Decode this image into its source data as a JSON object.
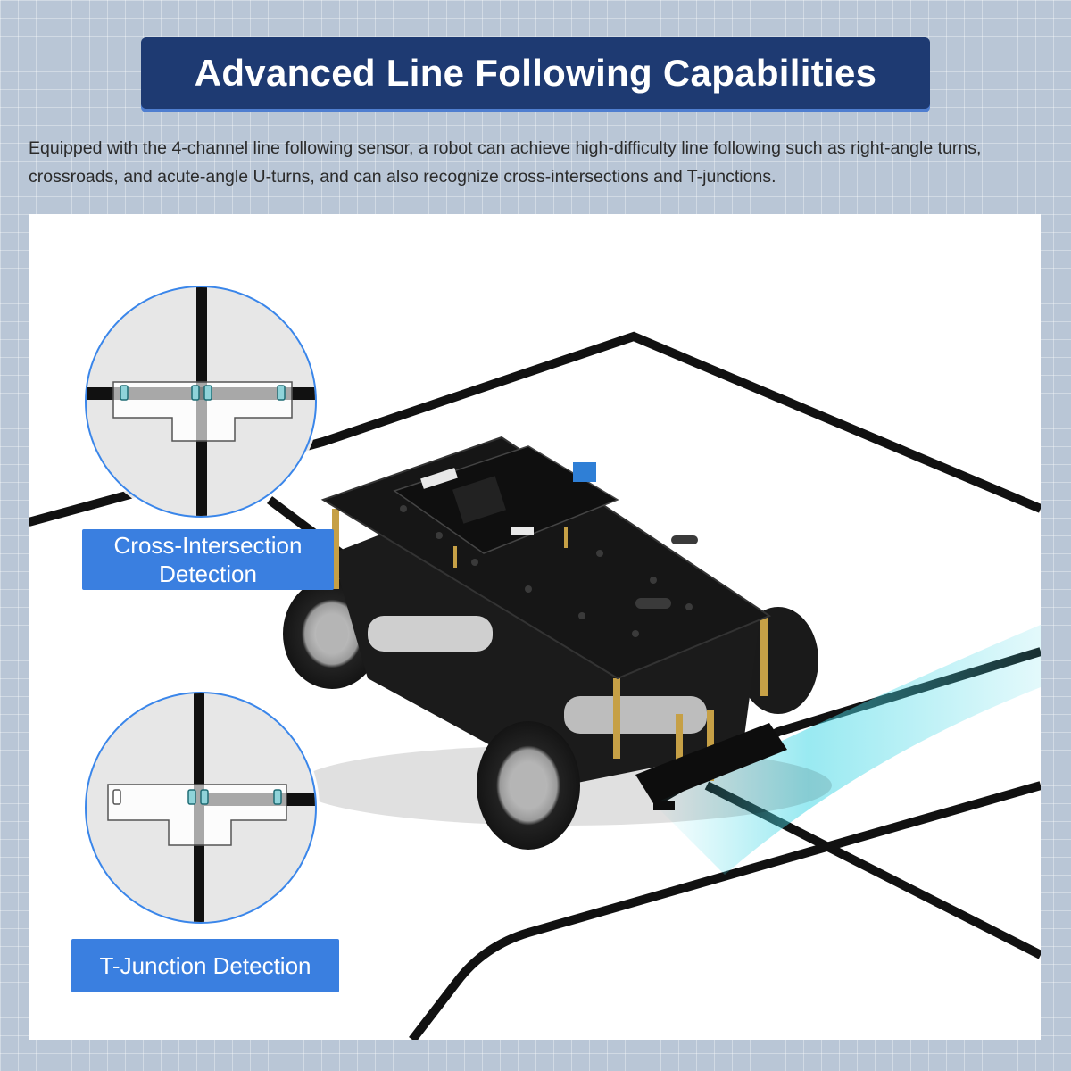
{
  "title": "Advanced Line Following Capabilities",
  "description": "Equipped with the 4-channel line following sensor, a robot can achieve high-difficulty line following such as right-angle turns, crossroads, and acute-angle U-turns, and can also recognize cross-intersections and T-junctions.",
  "callouts": {
    "cross": {
      "line1": "Cross-Intersection",
      "line2": "Detection"
    },
    "tjunction": {
      "label": "T-Junction Detection"
    }
  },
  "colors": {
    "banner": "#1e3a72",
    "banner_shadow": "#4f7ed0",
    "label_bg": "#3a7fe0",
    "circle_border": "#3a86ea",
    "track": "#111111",
    "sensor_glow": "#46d8e6"
  },
  "icons": [
    "cross-intersection-diagram",
    "t-junction-diagram",
    "robot-car-illustration"
  ]
}
